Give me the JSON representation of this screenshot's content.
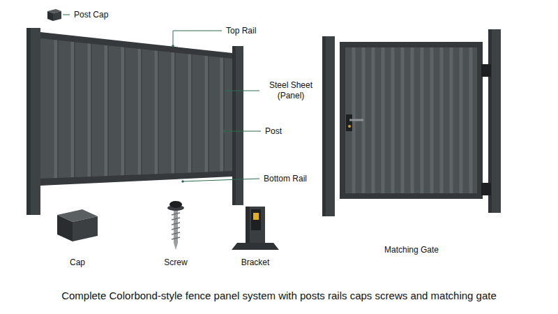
{
  "diagram": {
    "caption": "Complete Colorbond-style fence panel system with posts rails caps screws and matching gate",
    "labels": [
      "Post Cap",
      "Top Rail",
      "Steel Sheet (Panel)",
      "Post",
      "Bottom Rail",
      "Cap",
      "Screw",
      "Bracket",
      "Matching Gate"
    ]
  }
}
